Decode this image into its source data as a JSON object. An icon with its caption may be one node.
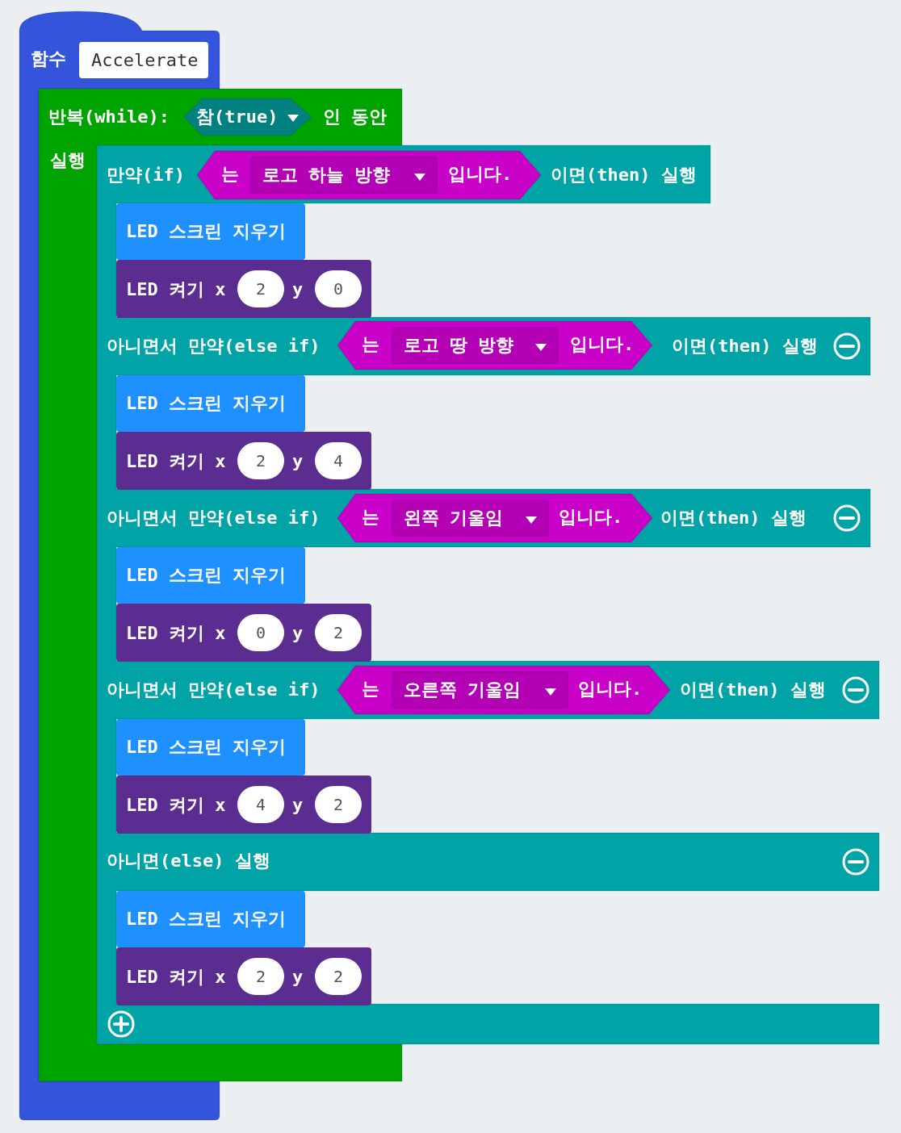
{
  "diagram": {
    "nodes": [
      {
        "text": [
          "함수"
        ]
      },
      {
        "text": [
          "Accelerate"
        ],
        "in": 0
      },
      {
        "text": [
          "반복(while):",
          "인 동안",
          "실행"
        ]
      },
      {
        "text": [
          "참(true)"
        ],
        "in": 2
      },
      {
        "text": [
          "만약(if)",
          "이면(then) 실행",
          "아니면서 만약(else if)",
          "이면(then) 실행",
          "아니면서 만약(else if)",
          "이면(then) 실행",
          "아니면서 만약(else if)",
          "이면(then) 실행",
          "아니면(else) 실행"
        ]
      },
      {
        "text": [
          "는",
          "입니다."
        ],
        "in": 4
      },
      {
        "text": [
          "로고 하늘 방향"
        ],
        "in": 5
      },
      {
        "text": [
          "LED 스크린 지우기"
        ],
        "in": 4
      },
      {
        "text": [
          "LED 켜기 x",
          "y"
        ],
        "in": 4
      },
      {
        "text": [
          "2"
        ],
        "in": 8
      },
      {
        "text": [
          "0"
        ],
        "in": 8
      },
      {
        "text": [
          "는",
          "입니다."
        ],
        "in": 4
      },
      {
        "text": [
          "로고 땅 방향"
        ],
        "in": 11
      },
      {
        "text": [
          "LED 스크린 지우기"
        ],
        "in": 4
      },
      {
        "text": [
          "LED 켜기 x",
          "y"
        ],
        "in": 4
      },
      {
        "text": [
          "2"
        ],
        "in": 14
      },
      {
        "text": [
          "4"
        ],
        "in": 14
      },
      {
        "text": [
          "는",
          "입니다."
        ],
        "in": 4
      },
      {
        "text": [
          "왼쪽 기울임"
        ],
        "in": 17
      },
      {
        "text": [
          "LED 스크린 지우기"
        ],
        "in": 4
      },
      {
        "text": [
          "LED 켜기 x",
          "y"
        ],
        "in": 4
      },
      {
        "text": [
          "0"
        ],
        "in": 20
      },
      {
        "text": [
          "2"
        ],
        "in": 20
      },
      {
        "text": [
          "는",
          "입니다."
        ],
        "in": 4
      },
      {
        "text": [
          "오른쪽 기울임"
        ],
        "in": 23
      },
      {
        "text": [
          "LED 스크린 지우기"
        ],
        "in": 4
      },
      {
        "text": [
          "LED 켜기 x",
          "y"
        ],
        "in": 4
      },
      {
        "text": [
          "4"
        ],
        "in": 26
      },
      {
        "text": [
          "2"
        ],
        "in": 26
      },
      {
        "text": [
          "LED 스크린 지우기"
        ],
        "in": 4
      },
      {
        "text": [
          "LED 켜기 x",
          "y"
        ],
        "in": 4
      },
      {
        "text": [
          "2"
        ],
        "in": 30
      },
      {
        "text": [
          "2"
        ],
        "in": 30
      }
    ],
    "edges": []
  }
}
